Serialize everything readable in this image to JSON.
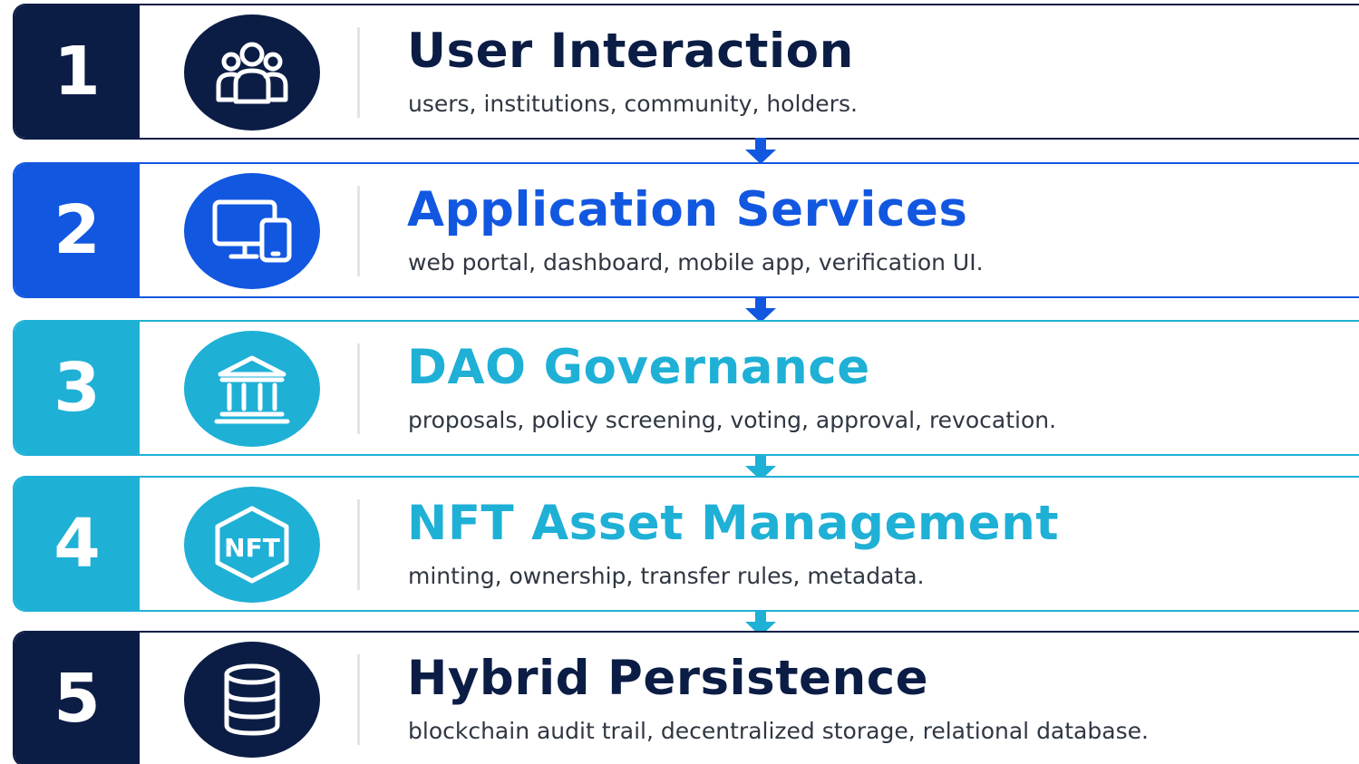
{
  "layers": [
    {
      "number": "1",
      "title": "User Interaction",
      "description": "users, institutions, community, holders.",
      "icon": "users-group-icon",
      "accent": "#0b1d45",
      "title_color": "#0b1d45"
    },
    {
      "number": "2",
      "title": "Application Services",
      "description": "web portal, dashboard, mobile app, verification UI.",
      "icon": "devices-icon",
      "accent": "#1257e0",
      "title_color": "#1257e0"
    },
    {
      "number": "3",
      "title": "DAO Governance",
      "description": "proposals, policy screening, voting, approval, revocation.",
      "icon": "institution-building-icon",
      "accent": "#1fb0d6",
      "title_color": "#1fb0d6"
    },
    {
      "number": "4",
      "title": "NFT Asset Management",
      "description": "minting, ownership, transfer rules, metadata.",
      "icon": "nft-hexagon-icon",
      "nft_badge_text": "NFT",
      "accent": "#1fb0d6",
      "title_color": "#1fb0d6"
    },
    {
      "number": "5",
      "title": "Hybrid Persistence",
      "description": "blockchain audit trail, decentralized storage, relational database.",
      "icon": "database-icon",
      "accent": "#0b1d45",
      "title_color": "#0b1d45"
    }
  ],
  "arrow_colors": [
    "#1257e0",
    "#1257e0",
    "#1fb0d6",
    "#1fb0d6"
  ]
}
